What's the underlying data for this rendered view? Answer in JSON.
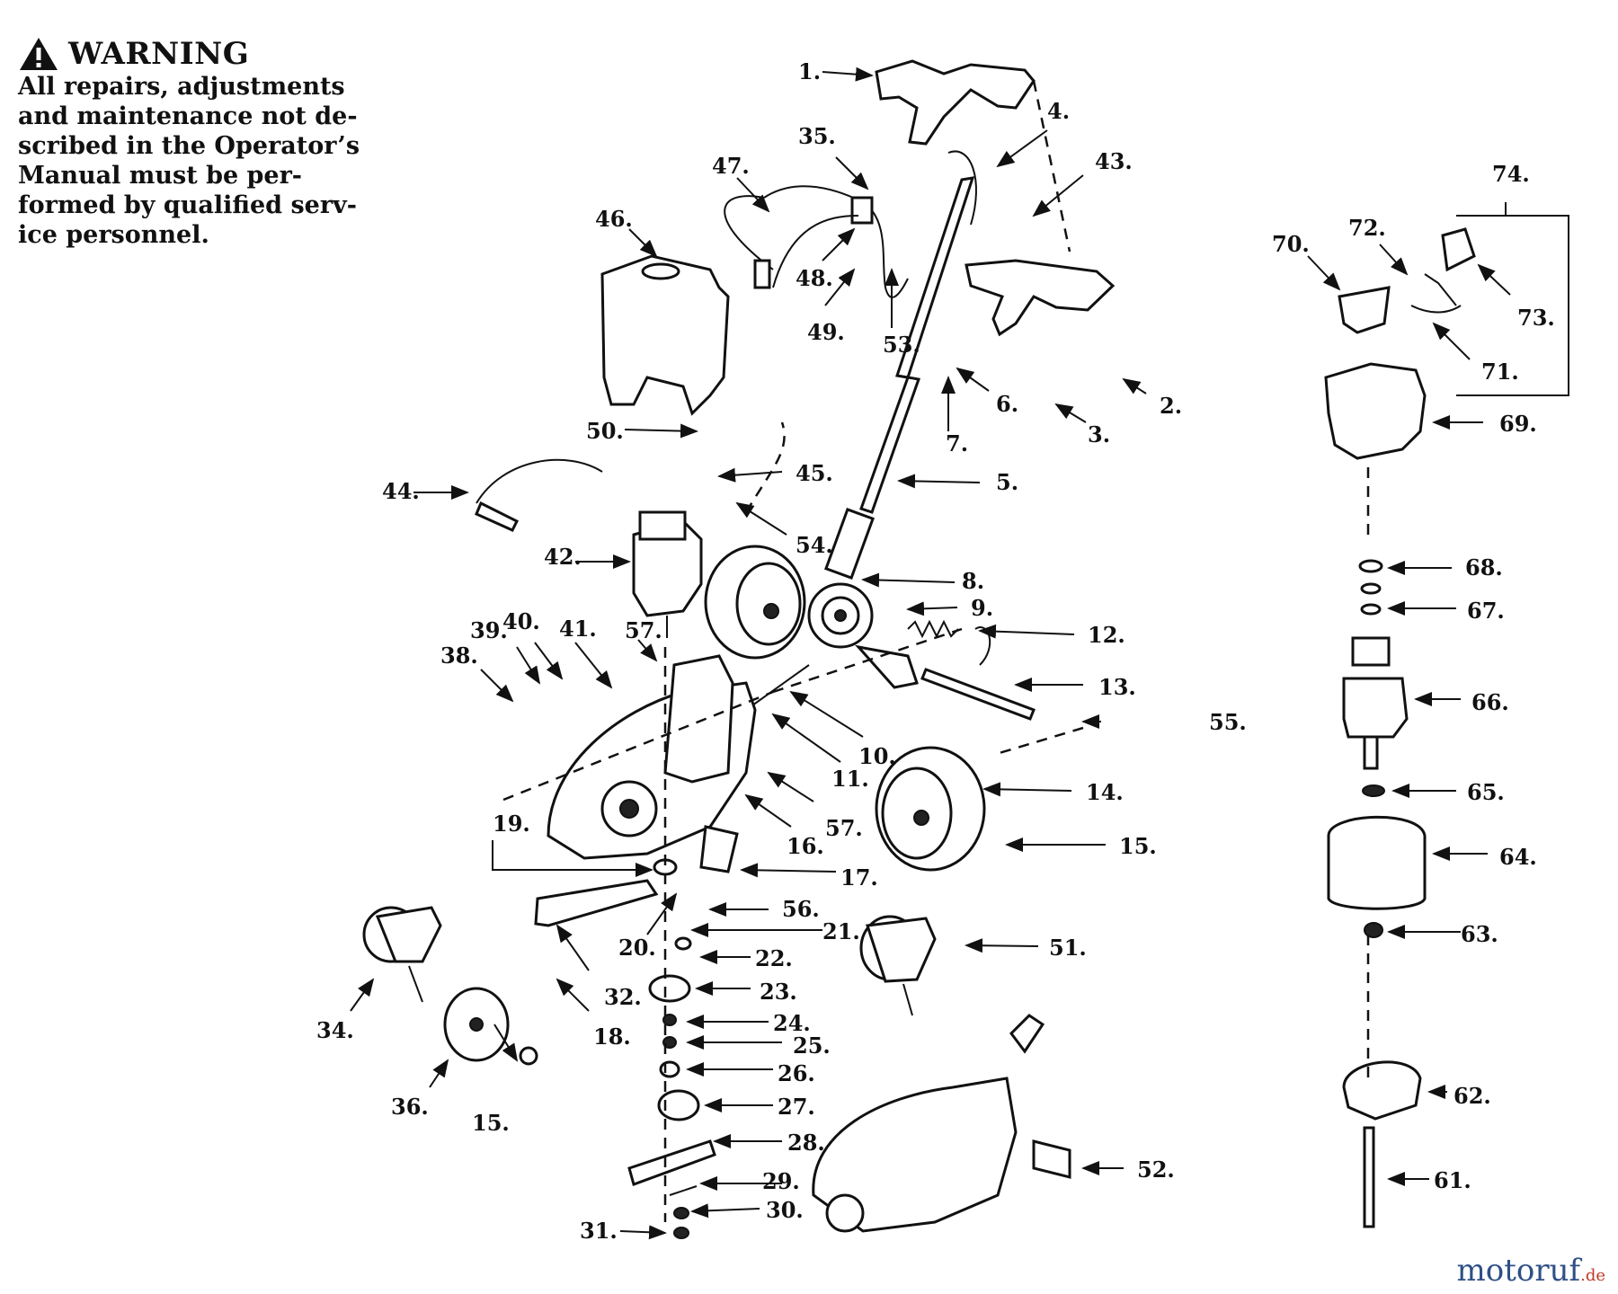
{
  "warning": {
    "title": "WARNING",
    "lines": [
      "All repairs, adjustments",
      "and maintenance not de-",
      "scribed in the Operator’s",
      "Manual must be per-",
      "formed by qualified serv-",
      "ice personnel."
    ]
  },
  "labels": [
    "1.",
    "2.",
    "3.",
    "4.",
    "5.",
    "6.",
    "7.",
    "8.",
    "9.",
    "10.",
    "11.",
    "12.",
    "13.",
    "14.",
    "15.",
    "15.",
    "16.",
    "17.",
    "18.",
    "19.",
    "20.",
    "21.",
    "22.",
    "23.",
    "24.",
    "25.",
    "26.",
    "27.",
    "28.",
    "29.",
    "30.",
    "31.",
    "32.",
    "34.",
    "35.",
    "36.",
    "38.",
    "39.",
    "40.",
    "41.",
    "42.",
    "43.",
    "44.",
    "45.",
    "46.",
    "47.",
    "48.",
    "49.",
    "50.",
    "51.",
    "52.",
    "53.",
    "54.",
    "55.",
    "56.",
    "57.",
    "57.",
    "61.",
    "62.",
    "63.",
    "64.",
    "65.",
    "66.",
    "67.",
    "68.",
    "69.",
    "70.",
    "71.",
    "72.",
    "73.",
    "74."
  ],
  "watermark": {
    "main": "motoruf",
    "tld": ".de"
  },
  "colors": {
    "ink": "#111111",
    "watermark_blue": "#2f4f86",
    "watermark_red": "#c0392b"
  },
  "icons": [
    "warning-triangle-icon"
  ]
}
